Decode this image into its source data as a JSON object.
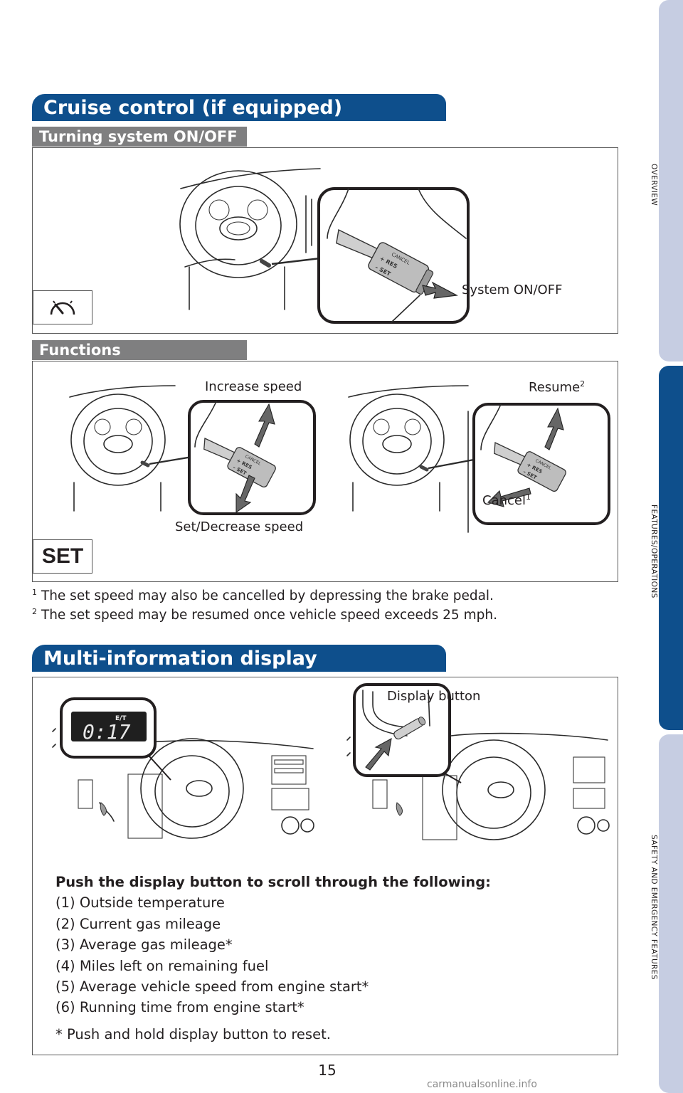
{
  "side_tabs": [
    {
      "label": "OVERVIEW",
      "active": false
    },
    {
      "label": "FEATURES/OPERATIONS",
      "active": true
    },
    {
      "label": "SAFETY AND EMERGENCY FEATURES",
      "active": false
    }
  ],
  "cruise": {
    "title": "Cruise control (if equipped)",
    "onoff": {
      "subtitle": "Turning system ON/OFF",
      "system_label": "System ON/OFF",
      "icon": "cruise-speedometer-icon"
    },
    "functions": {
      "subtitle": "Functions",
      "increase_label": "Increase speed",
      "decrease_label": "Set/Decrease speed",
      "resume_label": "Resume",
      "resume_sup": "2",
      "cancel_label": "Cancel",
      "cancel_sup": "1",
      "set_indicator": "SET"
    },
    "stalk_text": {
      "cancel": "CANCEL",
      "res": "+ RES",
      "set": "– SET"
    },
    "footnotes": [
      {
        "mark": "1",
        "text": "The set speed may also be cancelled by depressing the brake pedal."
      },
      {
        "mark": "2",
        "text": "The set speed may be resumed once vehicle speed exceeds 25 mph."
      }
    ]
  },
  "mid": {
    "title": "Multi-information display",
    "display_label": "Display button",
    "screen_tag": "E/T",
    "screen_value": "0:17",
    "intro": "Push the display button to scroll through the following:",
    "items": [
      "(1) Outside temperature",
      "(2) Current gas mileage",
      "(3) Average gas mileage*",
      "(4) Miles left on remaining fuel",
      "(5) Average vehicle speed from engine start*",
      "(6) Running time from engine start*"
    ],
    "note": "* Push and hold display button to reset."
  },
  "page_number": "15",
  "watermark": "carmanualsonline.info"
}
